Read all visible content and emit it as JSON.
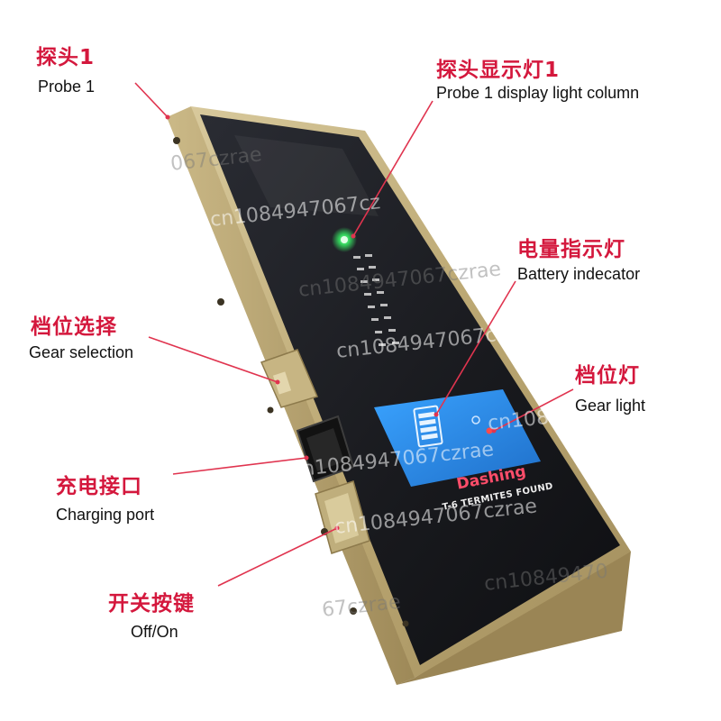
{
  "callouts": {
    "probe": {
      "cn": "探头1",
      "en": "Probe 1"
    },
    "probe_light": {
      "cn": "探头显示灯1",
      "en": "Probe 1 display light column"
    },
    "battery": {
      "cn": "电量指示灯",
      "en": "Battery indecator"
    },
    "gear_select": {
      "cn": "档位选择",
      "en": "Gear selection"
    },
    "gear_light": {
      "cn": "档位灯",
      "en": "Gear light"
    },
    "charging": {
      "cn": "充电接口",
      "en": "Charging port"
    },
    "power": {
      "cn": "开关按键",
      "en": "Off/On"
    }
  },
  "device": {
    "brand": "Dashing",
    "model": "T-6 TERMITES FOUND",
    "body_color": "#c9b98a",
    "screen_color": "#1b1d22",
    "led_green": "#39ff6a",
    "panel_blue": "#2d8fe8",
    "gear_led_red": "#ff4a4a"
  },
  "watermarks": [
    "067czrae",
    "cn1084947067cz",
    "cn1084947067czrae",
    "cn108",
    "67czrae",
    "cn10849470"
  ],
  "colors": {
    "label_red": "#d4183d",
    "arrow_red": "#e0344f",
    "text_dark": "#111111"
  }
}
